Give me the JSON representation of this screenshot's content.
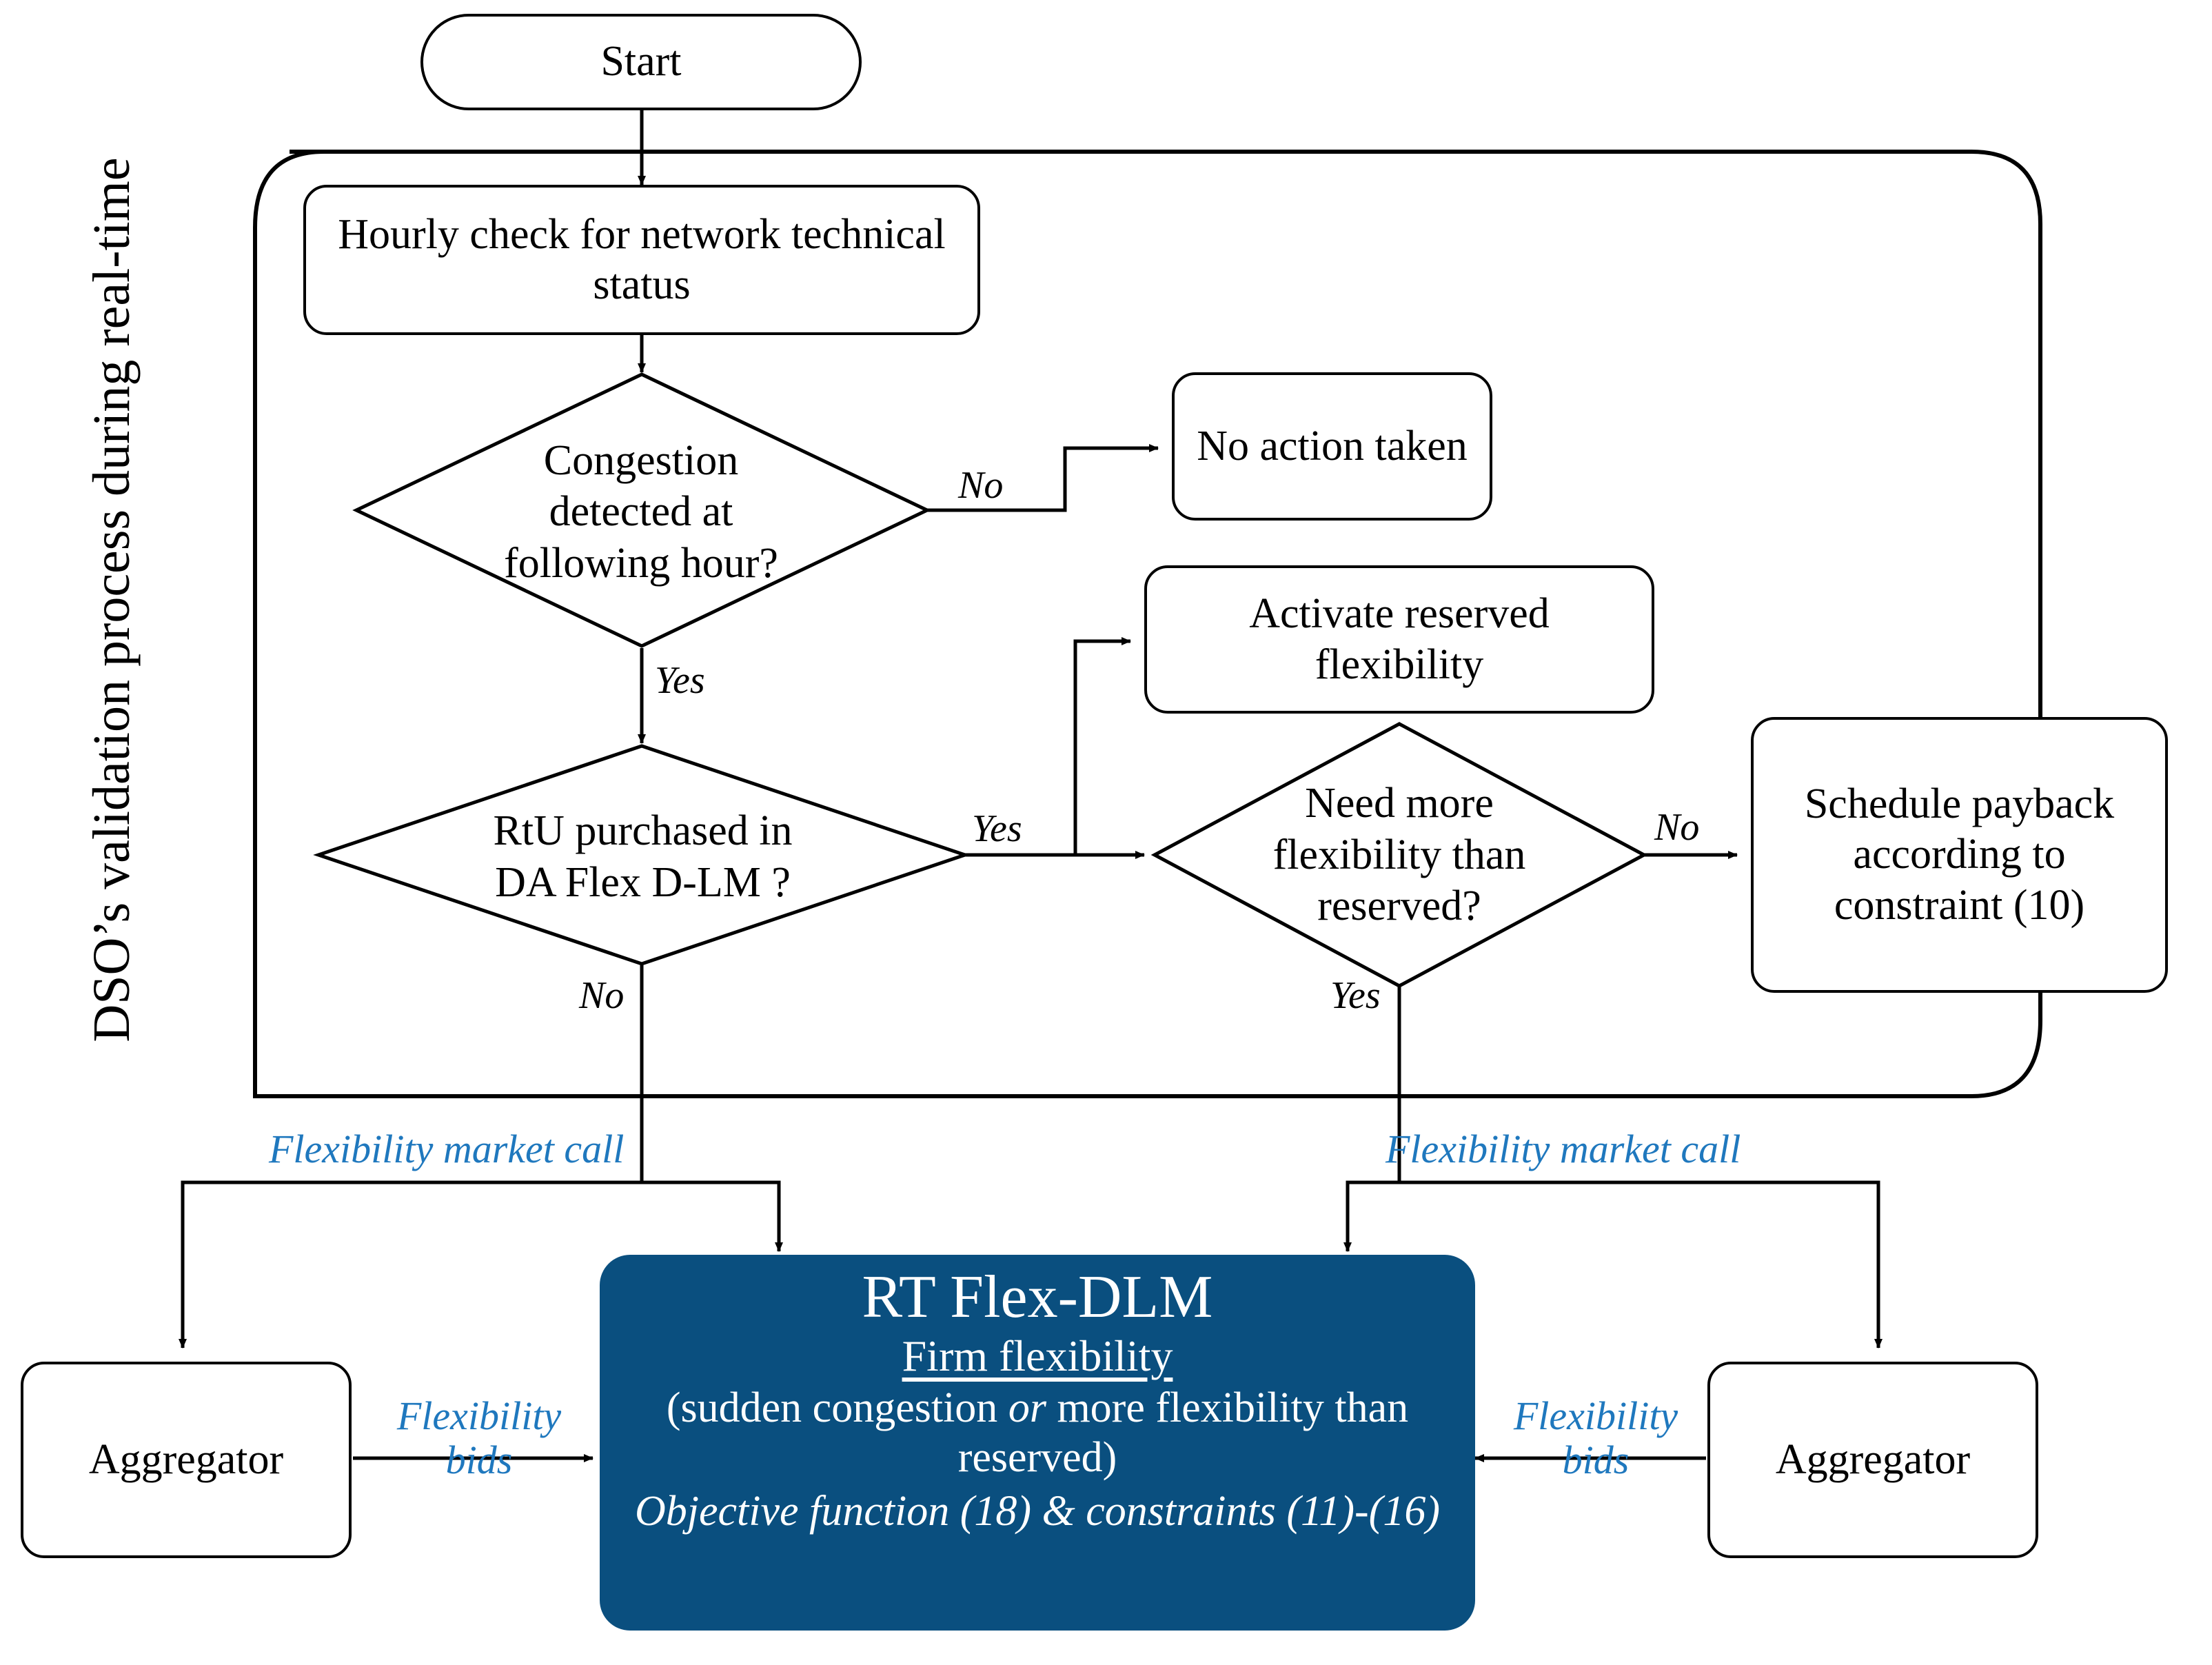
{
  "diagram": {
    "title_vertical": "DSO’s validation process during real-time",
    "colors": {
      "market_box_fill": "#0a4f7f",
      "market_box_text": "#ffffff",
      "edge_label_accent": "#1f78be",
      "line": "#000000"
    },
    "nodes": {
      "start": "Start",
      "hourly_check": "Hourly check for network technical status",
      "congestion_decision_l1": "Congestion",
      "congestion_decision_l2": "detected at",
      "congestion_decision_l3": "following hour?",
      "no_action": "No action taken",
      "activate_reserved": "Activate reserved flexibility",
      "rtu_decision_l1": "RtU purchased in",
      "rtu_decision_l2": "DA Flex D-LM ?",
      "need_more_l1": "Need more",
      "need_more_l2": "flexibility than",
      "need_more_l3": "reserved?",
      "schedule_payback": "Schedule payback according to constraint (10)",
      "aggregator_left": "Aggregator",
      "aggregator_right": "Aggregator"
    },
    "market_box": {
      "title": "RT Flex-DLM",
      "subtitle": "Firm flexibility",
      "body_pre": "(sudden congestion ",
      "body_em": "or",
      "body_post": " more flexibility than reserved)",
      "objective": "Objective function (18) & constraints (11)-(16)"
    },
    "edge_labels": {
      "congestion_no": "No",
      "congestion_yes": "Yes",
      "rtu_yes": "Yes",
      "rtu_no": "No",
      "need_more_no": "No",
      "need_more_yes": "Yes",
      "market_call_left": "Flexibility market call",
      "market_call_right": "Flexibility market call",
      "bids_left_l1": "Flexibility",
      "bids_left_l2": "bids",
      "bids_right_l1": "Flexibility",
      "bids_right_l2": "bids"
    }
  }
}
